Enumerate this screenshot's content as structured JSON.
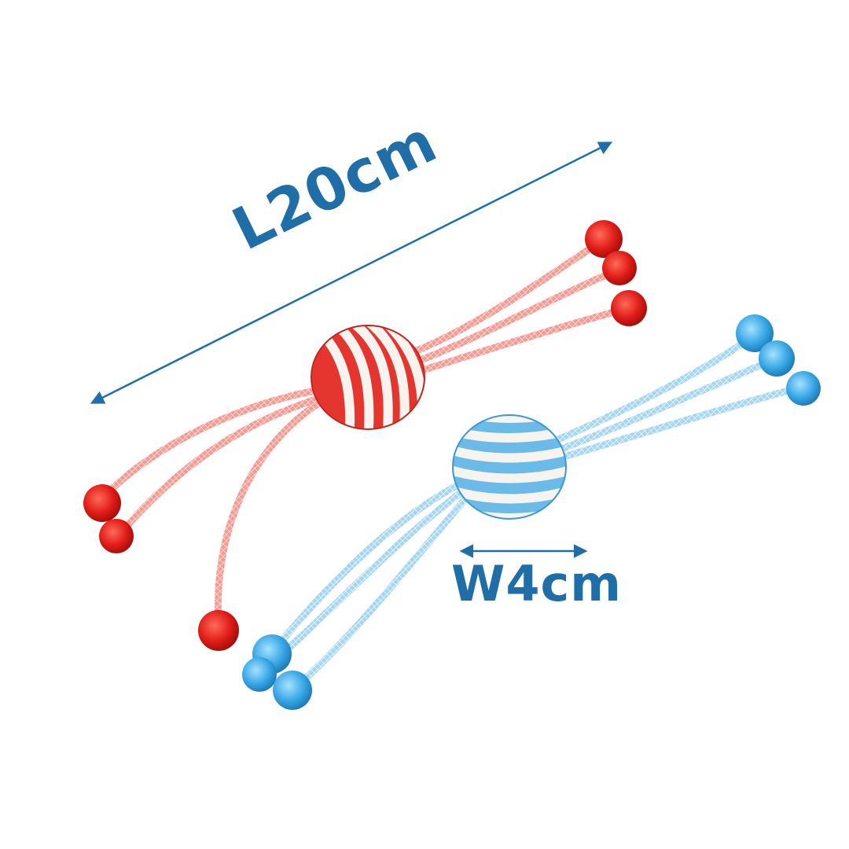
{
  "colors": {
    "background": "#ffffff",
    "measure": "#1f6ea8",
    "red_toy": "#e4362f",
    "red_tube": "#f07a72",
    "blue_toy": "#4aaee6",
    "blue_tube": "#8cc9ec",
    "stripe": "#f4f2ee"
  },
  "measurements": {
    "length_label": "L20cm",
    "width_label": "W4cm"
  },
  "objects": [
    {
      "name": "red-rope-ball-toy",
      "color": "red"
    },
    {
      "name": "blue-rope-ball-toy",
      "color": "blue"
    }
  ]
}
